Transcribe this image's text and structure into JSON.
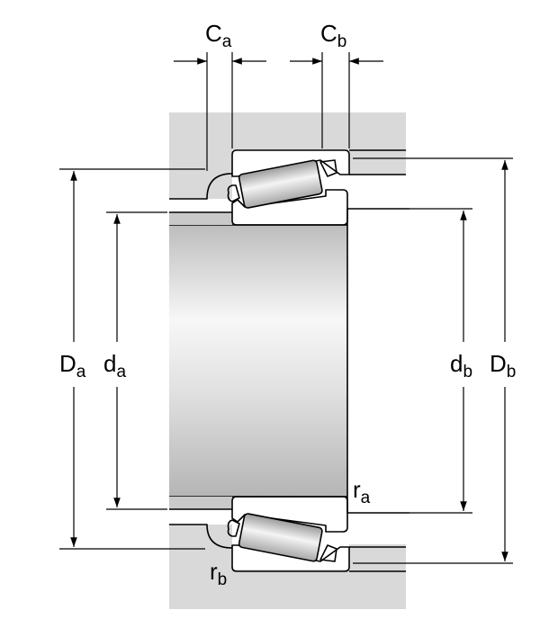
{
  "labels": {
    "ca": {
      "main": "C",
      "sub": "a"
    },
    "cb": {
      "main": "C",
      "sub": "b"
    },
    "Da": {
      "main": "D",
      "sub": "a"
    },
    "da": {
      "main": "d",
      "sub": "a"
    },
    "db": {
      "main": "d",
      "sub": "b"
    },
    "Db": {
      "main": "D",
      "sub": "b"
    },
    "ra": {
      "main": "r",
      "sub": "a"
    },
    "rb": {
      "main": "r",
      "sub": "b"
    }
  },
  "colors": {
    "housing": "#d9d9d9",
    "shaft_light": "#f6f6f6",
    "shaft_dark": "#cfcfcf",
    "line": "#000000"
  }
}
